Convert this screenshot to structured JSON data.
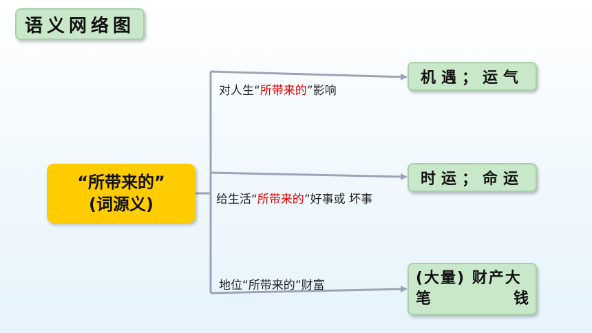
{
  "title": "语义网络图",
  "center": {
    "line1": "“所带来的”",
    "line2": "(词源义)"
  },
  "branches": [
    {
      "pre": "对人生“",
      "highlight": "所带来的",
      "post": "”影响",
      "target": "机遇；运气"
    },
    {
      "pre": "给生活“",
      "highlight": "所带来的",
      "post": "”好事或 坏事",
      "target": "时运；命运"
    },
    {
      "pre": "地位“",
      "highlight": "所带来的",
      "post": "”财富",
      "target_line1": "(大量) 财产大",
      "target_line2a": "笔",
      "target_line2b": "钱"
    }
  ],
  "colors": {
    "title_bg": "#c9e8c9",
    "center_bg": "#ffcc00",
    "highlight": "#e00000",
    "line": "#9aa3b8"
  }
}
